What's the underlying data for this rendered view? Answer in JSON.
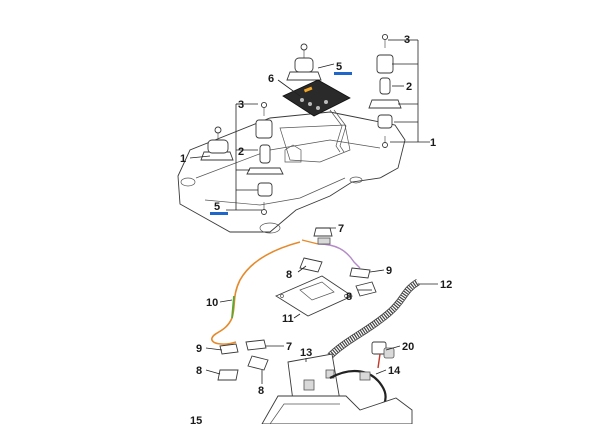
{
  "labels": {
    "l1a": "1",
    "l1b": "1",
    "l2a": "2",
    "l2b": "2",
    "l3a": "3",
    "l3b": "3",
    "l5a": "5",
    "l5b": "5",
    "l6": "6",
    "l7a": "7",
    "l7b": "7",
    "l8a": "8",
    "l8b": "8",
    "l8c": "8",
    "l8d": "8",
    "l9a": "9",
    "l9b": "9",
    "l10": "10",
    "l11": "11",
    "l12": "12",
    "l13": "13",
    "l14": "14",
    "l15": "15",
    "l20": "20"
  },
  "colors": {
    "highlight_bar": "#1e66c8",
    "wire_orange": "#e58a2c",
    "wire_green": "#5aa832",
    "wire_purple": "#b48ac8",
    "display_panel": "#2a2a2a",
    "display_accent": "#f5a623"
  }
}
